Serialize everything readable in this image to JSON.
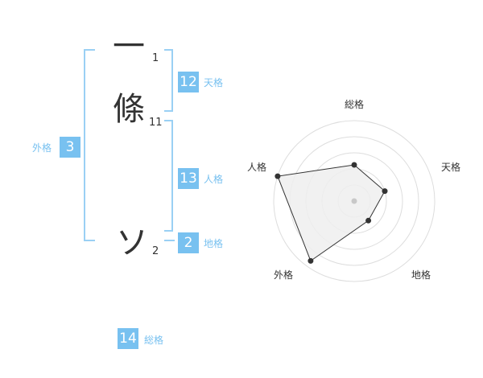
{
  "name": {
    "chars": [
      {
        "char": "一",
        "strokes": "1"
      },
      {
        "char": "條",
        "strokes": "11"
      },
      {
        "char": "ソ",
        "strokes": "2"
      }
    ]
  },
  "kakusu": {
    "tenkaku": {
      "value": "12",
      "label": "天格"
    },
    "jinkaku": {
      "value": "13",
      "label": "人格"
    },
    "chikaku": {
      "value": "2",
      "label": "地格"
    },
    "gaikaku": {
      "value": "3",
      "label": "外格"
    },
    "soukaku": {
      "value": "14",
      "label": "総格"
    }
  },
  "chart_data": {
    "type": "radar",
    "axes": [
      "総格",
      "天格",
      "地格",
      "外格",
      "人格"
    ],
    "values": [
      0.45,
      0.4,
      0.3,
      0.92,
      1.0
    ],
    "rmax": 1.0,
    "rings": 5,
    "colors": {
      "fill": "#efefef",
      "line": "#333333",
      "grid": "#dddddd",
      "dot": "#333333",
      "center": "#c8c8c8"
    }
  },
  "colors": {
    "accent": "#78c1f0",
    "bracket": "#9ad0f4",
    "text": "#333333"
  }
}
